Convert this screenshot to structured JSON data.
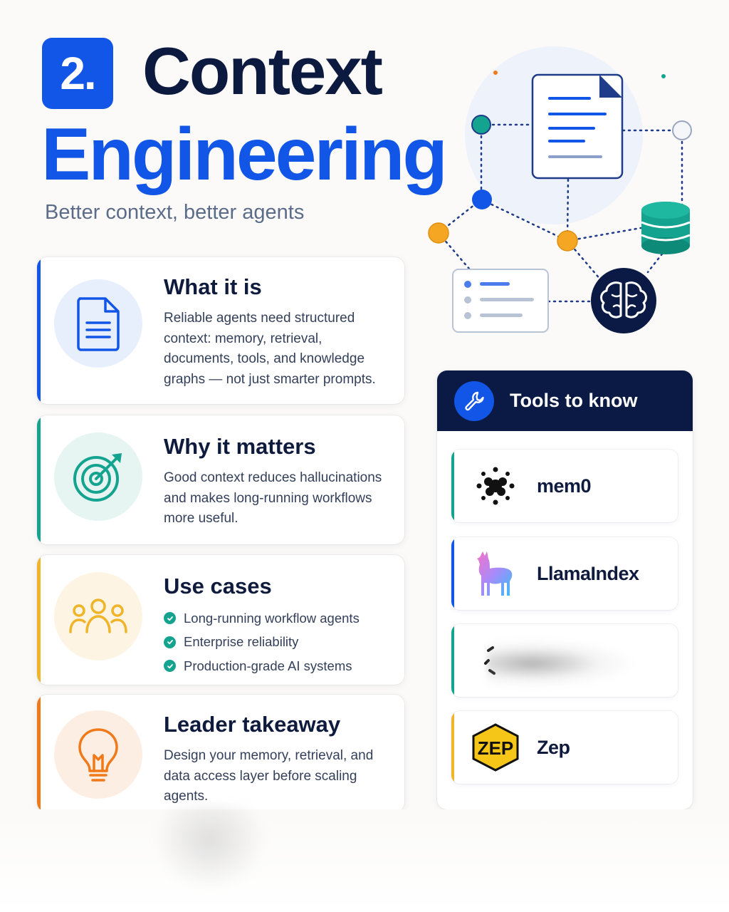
{
  "header": {
    "number": "2.",
    "title_line1": "Context",
    "title_line2": "Engineering",
    "subtitle": "Better context, better agents"
  },
  "cards": [
    {
      "title": "What it is",
      "body": "Reliable agents need structured context: memory, retrieval, documents, tools, and knowledge graphs — not just smarter prompts.",
      "icon": "document-icon",
      "accent": "#1256e8"
    },
    {
      "title": "Why it matters",
      "body": "Good context reduces hallucinations and makes long-running workflows more useful.",
      "icon": "target-icon",
      "accent": "#14a38f"
    },
    {
      "title": "Use cases",
      "items": [
        "Long-running workflow agents",
        "Enterprise reliability",
        "Production-grade AI systems"
      ],
      "icon": "people-icon",
      "accent": "#f0b429"
    },
    {
      "title": "Leader takeaway",
      "body": "Design your memory, retrieval, and data access layer before scaling agents.",
      "icon": "lightbulb-icon",
      "accent": "#f07a1a"
    }
  ],
  "tools": {
    "title": "Tools to know",
    "items": [
      {
        "name": "mem0",
        "icon": "mem0-logo",
        "accent": "#14a38f"
      },
      {
        "name": "LlamaIndex",
        "icon": "llama-logo",
        "accent": "#1256e8"
      },
      {
        "name": "",
        "icon": "blurred-logo",
        "accent": "#14a38f"
      },
      {
        "name": "Zep",
        "icon": "zep-logo",
        "logo_text": "ZEP",
        "accent": "#f0b429"
      }
    ]
  }
}
